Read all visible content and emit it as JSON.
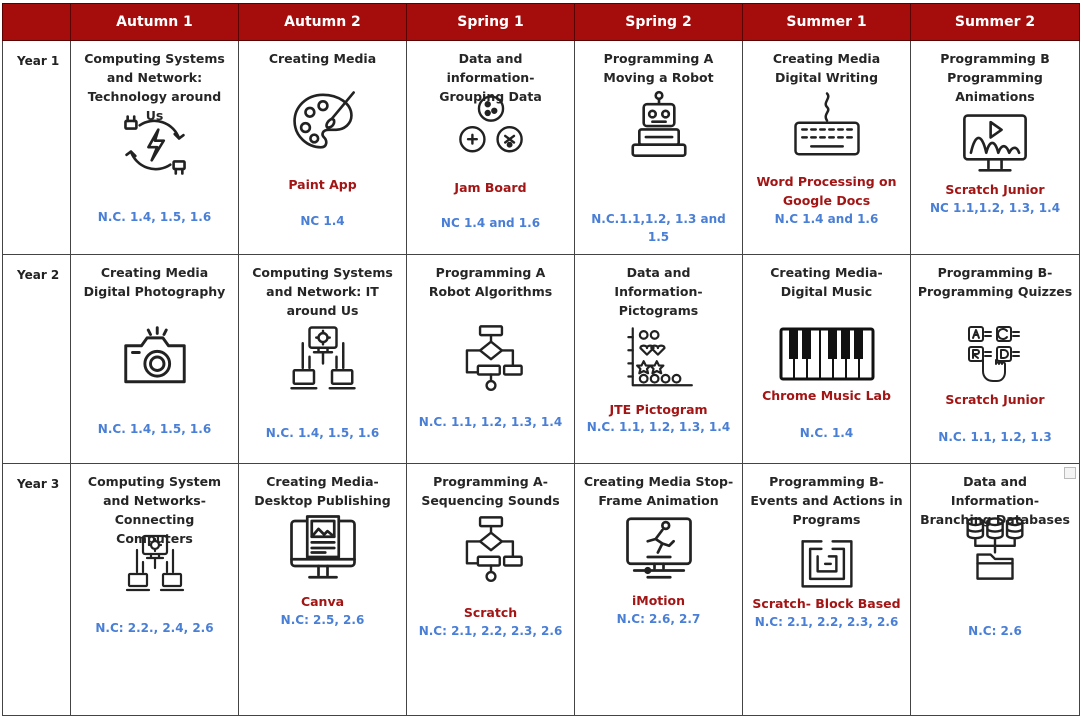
{
  "header": {
    "corner": "",
    "terms": [
      "Autumn 1",
      "Autumn 2",
      "Spring 1",
      "Spring 2",
      "Summer 1",
      "Summer 2"
    ]
  },
  "rows": [
    {
      "year": "Year 1",
      "cells": [
        {
          "title": "Computing Systems and Network: Technology around Us",
          "icon": "power-cycle-icon",
          "tool": "",
          "nc": "N.C. 1.4, 1.5, 1.6"
        },
        {
          "title": "Creating Media",
          "icon": "paint-palette-icon",
          "tool": "Paint App",
          "nc": "NC 1.4"
        },
        {
          "title": "Data and information- Grouping Data",
          "icon": "grouped-circles-icon",
          "tool": "Jam Board",
          "nc": "NC 1.4  and 1.6"
        },
        {
          "title": "Programming A Moving a Robot",
          "icon": "robot-icon",
          "tool": "",
          "nc": "N.C.1.1,1.2, 1.3 and 1.5"
        },
        {
          "title": "Creating Media Digital Writing",
          "icon": "keyboard-icon",
          "tool": "Word Processing on Google Docs",
          "nc": "N.C 1.4 and 1.6"
        },
        {
          "title": "Programming B Programming Animations",
          "icon": "animation-monitor-icon",
          "tool": "Scratch Junior",
          "nc": "NC 1.1,1.2, 1.3, 1.4"
        }
      ]
    },
    {
      "year": "Year 2",
      "cells": [
        {
          "title": "Creating Media Digital Photography",
          "icon": "camera-icon",
          "tool": "",
          "nc": "N.C. 1.4, 1.5, 1.6"
        },
        {
          "title": "Computing Systems and Network: IT around Us",
          "icon": "network-computers-icon",
          "tool": "",
          "nc": "N.C. 1.4, 1.5, 1.6"
        },
        {
          "title": "Programming A Robot Algorithms",
          "icon": "flowchart-icon",
          "tool": "",
          "nc": "N.C. 1.1, 1.2, 1.3, 1.4"
        },
        {
          "title": "Data and Information- Pictograms",
          "icon": "pictogram-chart-icon",
          "tool": "JTE Pictogram",
          "nc": "N.C. 1.1, 1.2, 1.3, 1.4"
        },
        {
          "title": "Creating Media- Digital Music",
          "icon": "piano-keys-icon",
          "tool": "Chrome Music Lab",
          "nc": "N.C. 1.4"
        },
        {
          "title": "Programming B- Programming Quizzes",
          "icon": "quiz-choice-icon",
          "tool": "Scratch Junior",
          "nc": "N.C. 1.1, 1.2, 1.3"
        }
      ]
    },
    {
      "year": "Year 3",
      "cells": [
        {
          "title": "Computing System and Networks- Connecting Computers",
          "icon": "network-computers-icon",
          "tool": "",
          "nc": "N.C: 2.2., 2.4, 2.6"
        },
        {
          "title": "Creating Media- Desktop Publishing",
          "icon": "desktop-publishing-icon",
          "tool": "Canva",
          "nc": "N.C: 2.5, 2.6"
        },
        {
          "title": "Programming A- Sequencing Sounds",
          "icon": "flowchart-icon",
          "tool": "Scratch",
          "nc": "N.C: 2.1, 2.2, 2.3, 2.6"
        },
        {
          "title": "Creating Media Stop-Frame Animation",
          "icon": "stop-motion-monitor-icon",
          "tool": "iMotion",
          "nc": "N.C: 2.6, 2.7"
        },
        {
          "title": "Programming B- Events and Actions in Programs",
          "icon": "maze-icon",
          "tool": "Scratch- Block Based",
          "nc": "N.C: 2.1, 2.2, 2.3, 2.6"
        },
        {
          "title": "Data and Information- Branching Databases",
          "icon": "branching-database-icon",
          "tool": "",
          "nc": "N.C: 2.6"
        }
      ]
    }
  ]
}
